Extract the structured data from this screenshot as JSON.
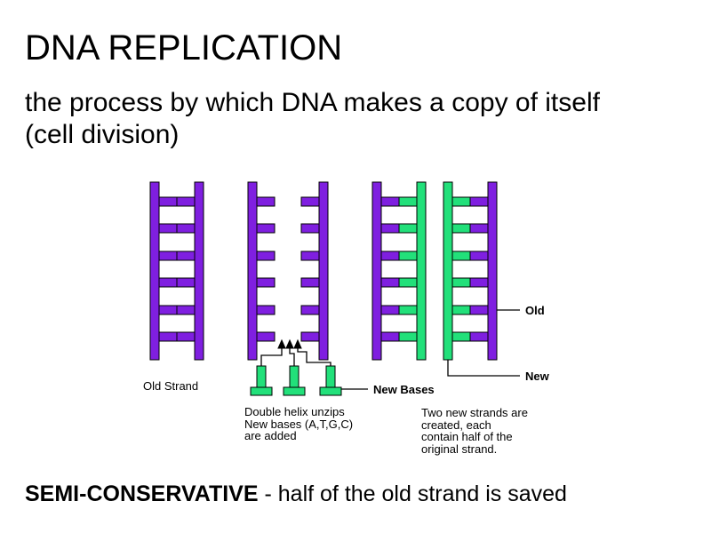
{
  "title": "DNA REPLICATION",
  "subtitle": {
    "line1": "the process by which DNA makes a copy of itself",
    "line2": "(cell division)"
  },
  "diagram": {
    "labels": {
      "old_strand": "Old Strand",
      "new_bases": "New Bases",
      "old": "Old",
      "new": "New"
    },
    "captions": {
      "unzip": [
        "Double helix unzips",
        "New bases (A,T,G,C)",
        "are added"
      ],
      "two_strands": [
        "Two new strands are",
        "created, each",
        "contain half of the",
        "original strand."
      ]
    },
    "colors": {
      "old_strand": "#7f1fe0",
      "new_strand": "#22e07a"
    }
  },
  "footer": {
    "term": "SEMI-CONSERVATIVE",
    "rest": " - half of the old strand is saved"
  }
}
